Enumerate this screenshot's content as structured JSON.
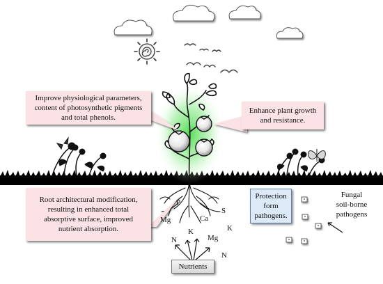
{
  "diagram": {
    "callouts": {
      "physiological": "Improve physiological parameters,\ncontent of photosynthetic pigments\nand total phenols.",
      "growth": "Enhance plant growth\nand resistance.",
      "root": "Root architectural modification,\nresulting in enhanced total\nabsorptive surface, improved\nnutrient absorption.",
      "protection": "Protection\nform\npathogens.",
      "fungal": "Fungal\nsoil-borne\npathogens",
      "nutrients": "Nutrients"
    },
    "nutrient_labels": {
      "p": "P",
      "s": "S",
      "ca": "Ca",
      "mg_left": "Mg",
      "k_left": "K",
      "mg_mid": "Mg",
      "k_right": "K",
      "n_left": "N",
      "n_right": "N"
    },
    "colors": {
      "callout_pink": "#fbe3e5",
      "protection_blue": "#dce9f6",
      "plant_glow": "#3ad63a",
      "soil_black": "#000000"
    }
  }
}
